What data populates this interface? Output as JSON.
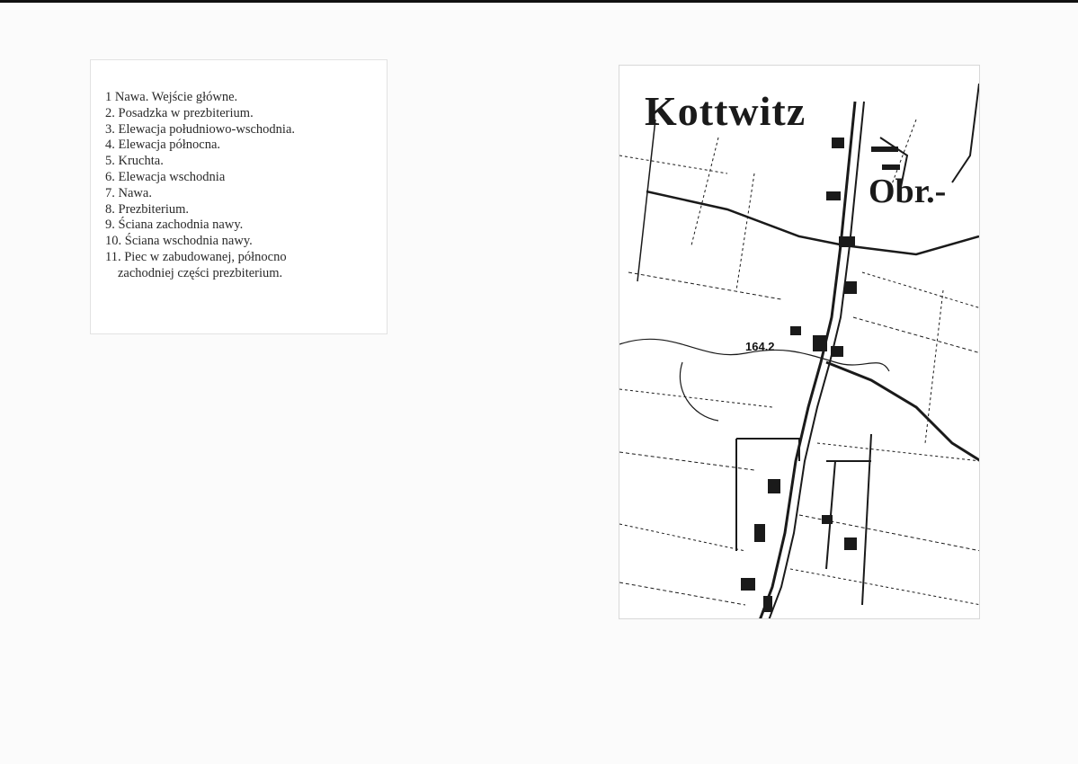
{
  "legend": {
    "items": [
      {
        "text": "1 Nawa. Wejście główne."
      },
      {
        "text": "2. Posadzka w prezbiterium."
      },
      {
        "text": "3. Elewacja południowo-wschodnia."
      },
      {
        "text": "4. Elewacja północna."
      },
      {
        "text": "5. Kruchta."
      },
      {
        "text": "6. Elewacja wschodnia"
      },
      {
        "text": "7. Nawa."
      },
      {
        "text": "8. Prezbiterium."
      },
      {
        "text": "9. Ściana zachodnia nawy."
      },
      {
        "text": "10. Ściana wschodnia nawy."
      },
      {
        "text": "11. Piec w zabudowanej, północno",
        "cont": "zachodniej części prezbiterium."
      }
    ]
  },
  "map": {
    "title": "Kottwitz",
    "subtitle": "Obr.-",
    "elevation": "164.2"
  }
}
